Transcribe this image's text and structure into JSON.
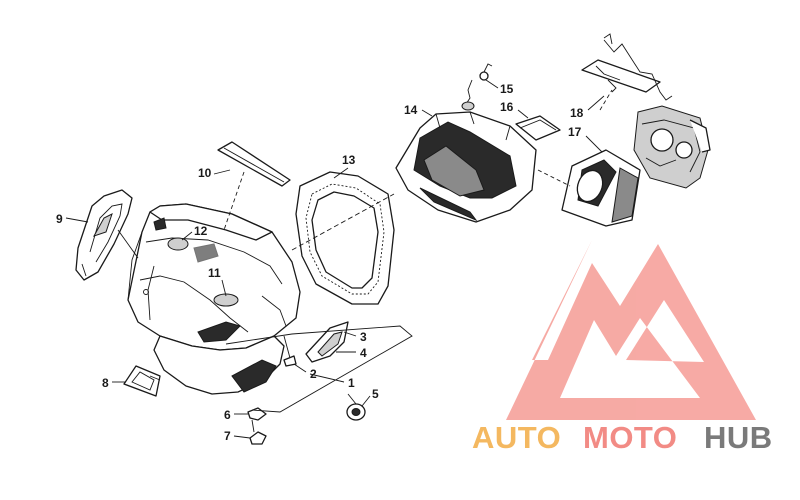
{
  "callouts": {
    "c1": "1",
    "c2": "2",
    "c3": "3",
    "c4": "4",
    "c5": "5",
    "c6": "6",
    "c7": "7",
    "c8": "8",
    "c9": "9",
    "c10": "10",
    "c11": "11",
    "c12": "12",
    "c13": "13",
    "c14": "14",
    "c15": "15",
    "c16": "16",
    "c17": "17",
    "c18": "18"
  },
  "watermark": {
    "part1": "AUTO",
    "part2": "MOTO",
    "part3": "HUB",
    "colors": {
      "auto": "#f4b860",
      "moto": "#f28b85",
      "hub": "#7a7a7a",
      "logo": "#f6a19b"
    }
  }
}
